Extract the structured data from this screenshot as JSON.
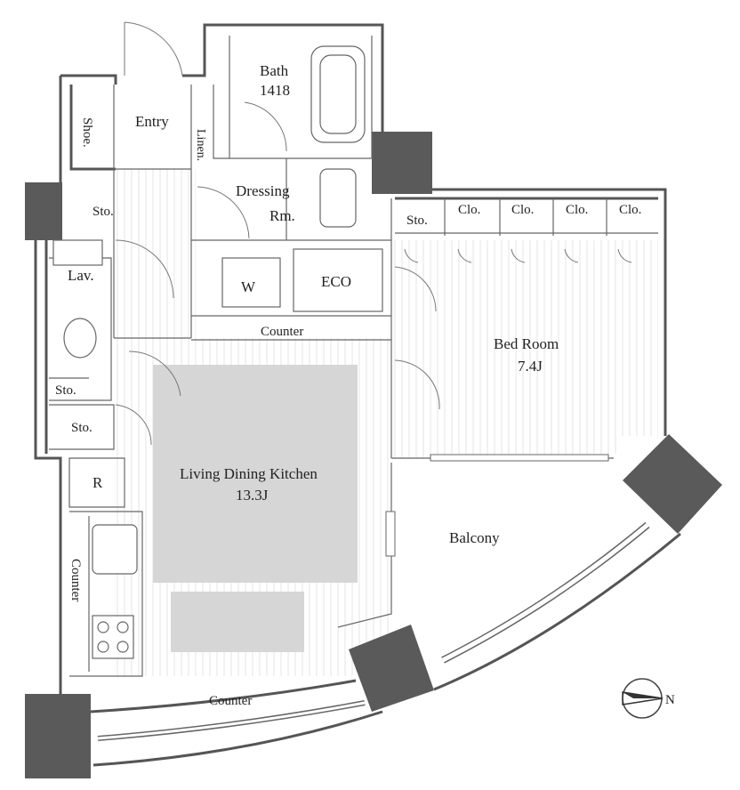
{
  "rooms": {
    "bath_name": "Bath",
    "bath_size": "1418",
    "entry": "Entry",
    "shoe": "Shoe.",
    "linen": "Linen.",
    "dressing_line1": "Dressing",
    "dressing_line2": "Rm.",
    "storage_left_top": "Sto.",
    "storage_bed": "Sto.",
    "closet_1": "Clo.",
    "closet_2": "Clo.",
    "closet_3": "Clo.",
    "closet_4": "Clo.",
    "lav": "Lav.",
    "washer": "W",
    "eco": "ECO",
    "counter_top": "Counter",
    "bedroom_name": "Bed Room",
    "bedroom_size": "7.4J",
    "storage_small": "Sto.",
    "storage_lower": "Sto.",
    "fridge": "R",
    "ldk_name": "Living Dining Kitchen",
    "ldk_size": "13.3J",
    "balcony": "Balcony",
    "counter_left": "Counter",
    "counter_bottom": "Counter"
  },
  "compass": {
    "north_label": "N"
  },
  "colors": {
    "wall": "#5a5a5a",
    "rug": "#d6d6d6",
    "line": "#555555"
  }
}
